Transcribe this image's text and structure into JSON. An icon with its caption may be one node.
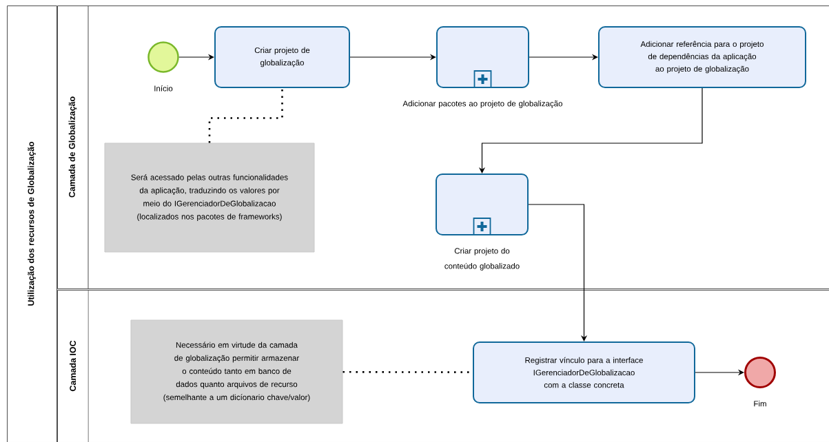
{
  "diagram": {
    "nodes": [
      {
        "text": [
          "Utilização dos recursos de Globalização"
        ]
      },
      {
        "text": [
          "Camada de Globalização"
        ]
      },
      {
        "text": [
          "Camada IOC"
        ]
      },
      {
        "text": [],
        "shape": "circle",
        "beside": [
          "Início"
        ],
        "in": 1
      },
      {
        "text": [
          "Criar projeto de globalização"
        ],
        "in": 1
      },
      {
        "text": [],
        "shape": "box",
        "beside": [
          "Adicionar pacotes ao projeto de globalização"
        ],
        "in": 1
      },
      {
        "text": [
          "Adicionar referência para o projeto de dependências da aplicação ao projeto de globalização"
        ],
        "in": 1
      },
      {
        "text": [],
        "shape": "box",
        "beside": [
          "Criar projeto do conteúdo globalizado"
        ],
        "in": 1
      },
      {
        "text": [
          "Será acessado pelas outras funcionalidades da aplicação, traduzindo os valores por meio do IGerenciadorDeGlobalizacao (localizados nos pacotes de frameworks)"
        ],
        "in": 1
      },
      {
        "text": [
          "Necessário em virtude da camada de globalização permitir armazenar o conteúdo tanto em banco de dados quanto arquivos de recurso (semelhante a um dicíonario chave/valor)"
        ],
        "in": 2
      },
      {
        "text": [
          "Registrar vínculo para a interface IGerenciadorDeGlobalizacao com a classe concreta"
        ],
        "in": 2
      },
      {
        "text": [],
        "shape": "circle",
        "beside": [
          "Fim"
        ],
        "in": 2
      }
    ],
    "edges": [
      {
        "from": 3,
        "to": 4,
        "arrow": "to"
      },
      {
        "from": 4,
        "to": 5,
        "arrow": "to"
      },
      {
        "from": 5,
        "to": 6,
        "arrow": "to"
      },
      {
        "from": 6,
        "to": 7,
        "arrow": "to"
      },
      {
        "from": 7,
        "to": 10,
        "arrow": "to"
      },
      {
        "from": 10,
        "to": 11,
        "arrow": "to"
      },
      {
        "from": 8,
        "to": 4,
        "arrow": "none",
        "style": "dashed"
      },
      {
        "from": 9,
        "to": 10,
        "arrow": "none",
        "style": "dashed"
      }
    ]
  }
}
